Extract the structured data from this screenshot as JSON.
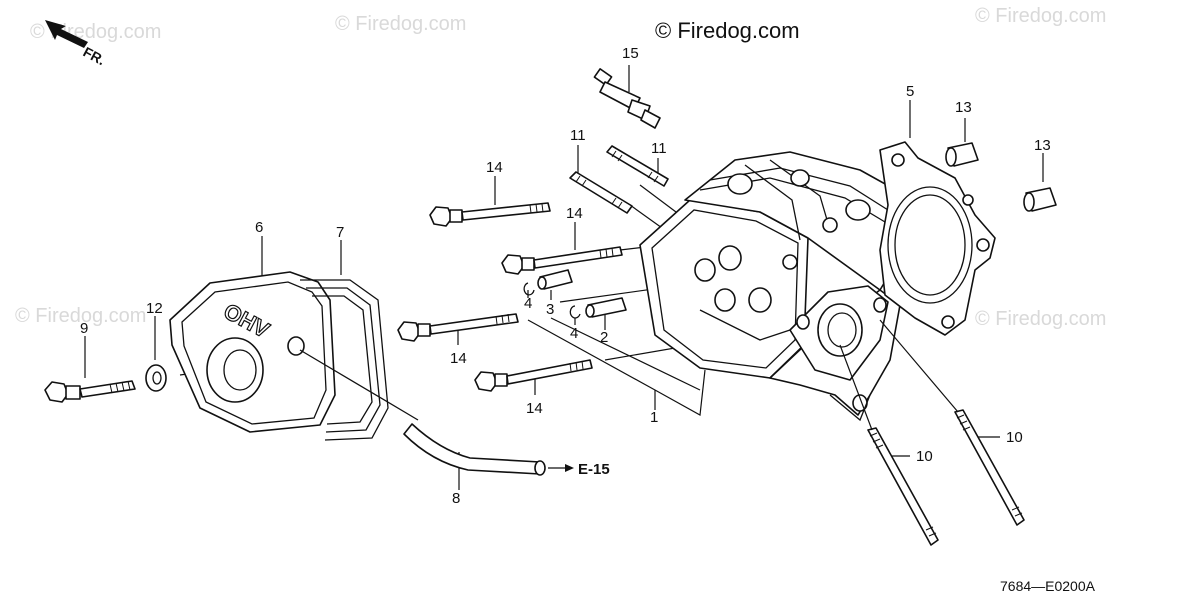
{
  "watermarks": {
    "main": "© Firedog.com",
    "repeat": "© Firedog.com"
  },
  "direction_label": "FR.",
  "reference": "E-15",
  "diagram_code": "7684—E0200A",
  "callouts": {
    "c1": "1",
    "c2": "2",
    "c3": "3",
    "c4a": "4",
    "c4b": "4",
    "c5": "5",
    "c6": "6",
    "c7": "7",
    "c8": "8",
    "c9": "9",
    "c10a": "10",
    "c10b": "10",
    "c11a": "11",
    "c11b": "11",
    "c12": "12",
    "c13a": "13",
    "c13b": "13",
    "c14a": "14",
    "c14b": "14",
    "c14c": "14",
    "c14d": "14",
    "c15": "15"
  },
  "cover_marking": "OHV"
}
